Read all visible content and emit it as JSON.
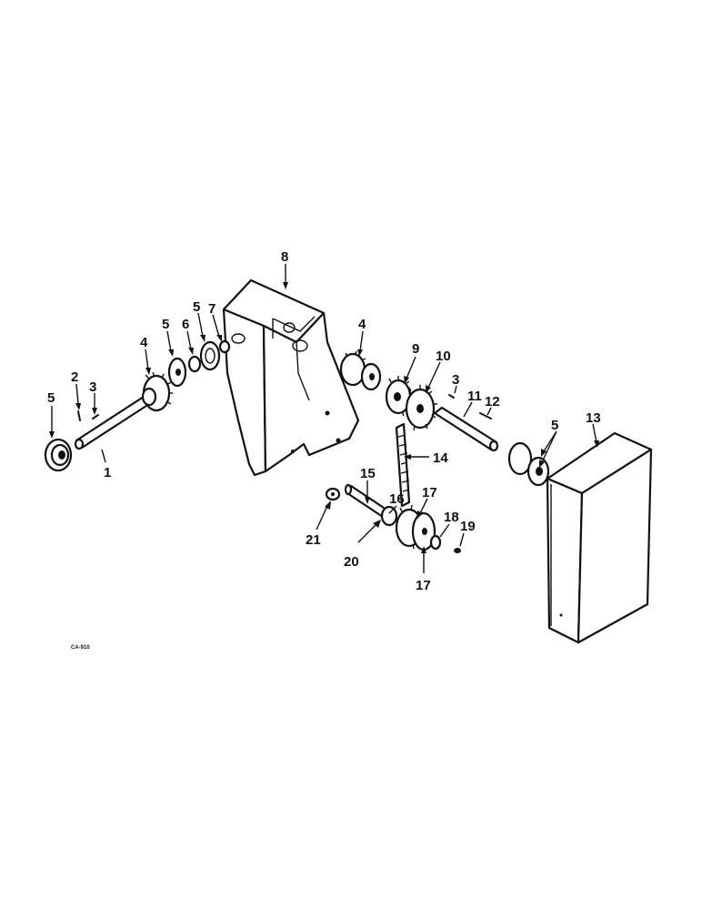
{
  "diagram": {
    "drawing_code": "CA-910",
    "callouts": {
      "c1": "1",
      "c2": "2",
      "c3a": "3",
      "c3b": "3",
      "c4a": "4",
      "c4b": "4",
      "c5a": "5",
      "c5b": "5",
      "c5c": "5",
      "c5d": "5",
      "c6": "6",
      "c7": "7",
      "c8": "8",
      "c9": "9",
      "c10": "10",
      "c11": "11",
      "c12": "12",
      "c13": "13",
      "c14": "14",
      "c15": "15",
      "c16": "16",
      "c17a": "17",
      "c17b": "17",
      "c18": "18",
      "c19": "19",
      "c20": "20",
      "c21": "21"
    }
  }
}
